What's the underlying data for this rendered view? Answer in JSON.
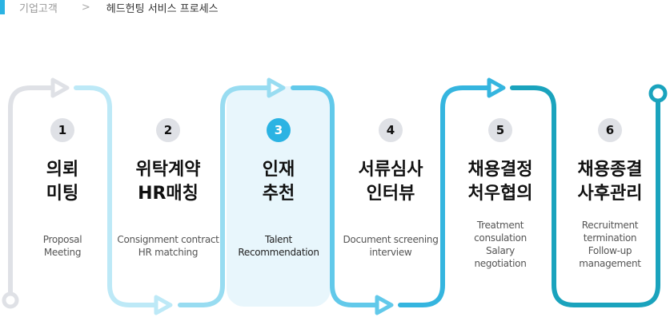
{
  "breadcrumb": {
    "parent": "기업고객",
    "separator": ">",
    "current": "헤드헌팅 서비스 프로세스"
  },
  "steps": [
    {
      "number": "1",
      "title": [
        "의뢰",
        "미팅"
      ],
      "desc": [
        "Proposal",
        "Meeting"
      ],
      "active": false
    },
    {
      "number": "2",
      "title": [
        "위탁계약",
        "HR매칭"
      ],
      "desc": [
        "Consignment contract",
        "HR matching"
      ],
      "active": false
    },
    {
      "number": "3",
      "title": [
        "인재",
        "추천"
      ],
      "desc": [
        "Talent",
        "Recommendation"
      ],
      "active": true
    },
    {
      "number": "4",
      "title": [
        "서류심사",
        "인터뷰"
      ],
      "desc": [
        "Document screening",
        "interview"
      ],
      "active": false
    },
    {
      "number": "5",
      "title": [
        "채용결정",
        "처우협의"
      ],
      "desc": [
        "Treatment",
        "consulation",
        "Salary",
        "negotiation"
      ],
      "active": false
    },
    {
      "number": "6",
      "title": [
        "채용종결",
        "사후관리"
      ],
      "desc": [
        "Recruitment",
        "termination",
        "Follow-up",
        "management"
      ],
      "active": false
    }
  ],
  "colors": {
    "accent": "#2bb3e3",
    "seg1": "#dfe1e6",
    "seg2": "#bde9f7",
    "seg3": "#98dcf1",
    "seg4": "#62c9ea",
    "seg5": "#35b5df",
    "seg6": "#1aa3bd",
    "highlight": "#e8f6fc"
  }
}
